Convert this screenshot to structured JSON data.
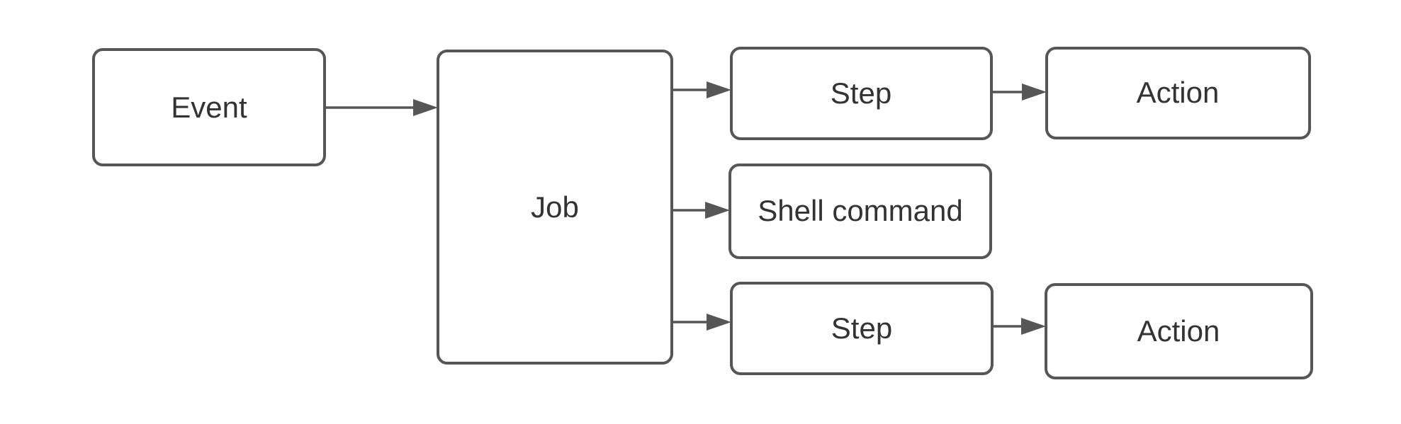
{
  "diagram": {
    "type": "flowchart",
    "nodes": [
      {
        "id": "event",
        "label": "Event"
      },
      {
        "id": "job",
        "label": "Job"
      },
      {
        "id": "step-1",
        "label": "Step"
      },
      {
        "id": "shell-command",
        "label": "Shell command"
      },
      {
        "id": "step-2",
        "label": "Step"
      },
      {
        "id": "action-1",
        "label": "Action"
      },
      {
        "id": "action-2",
        "label": "Action"
      }
    ],
    "edges": [
      {
        "from": "event",
        "to": "job"
      },
      {
        "from": "job",
        "to": "step-1"
      },
      {
        "from": "job",
        "to": "shell-command"
      },
      {
        "from": "job",
        "to": "step-2"
      },
      {
        "from": "step-1",
        "to": "action-1"
      },
      {
        "from": "step-2",
        "to": "action-2"
      }
    ],
    "colors": {
      "node_fill": "#ffffff",
      "node_border": "#565656",
      "edge": "#565656",
      "text": "#333333",
      "background": "#ffffff"
    }
  }
}
